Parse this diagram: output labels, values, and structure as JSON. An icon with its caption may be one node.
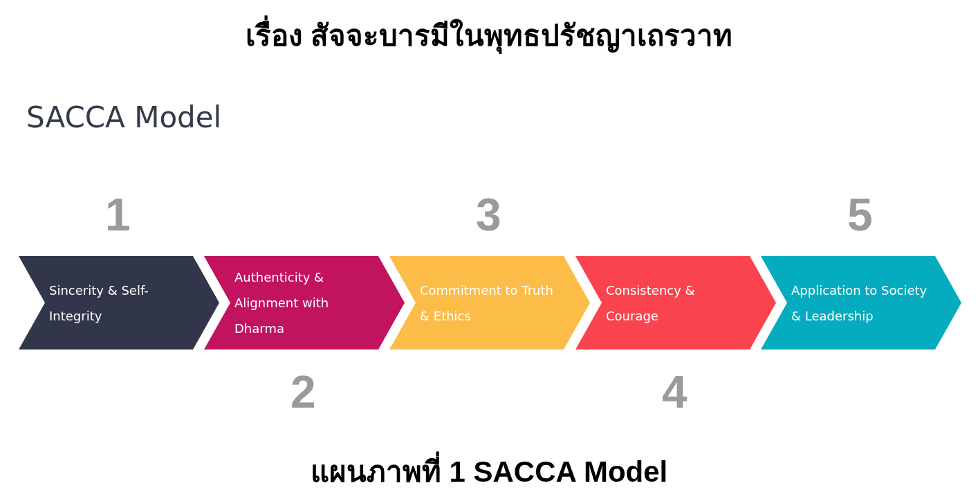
{
  "diagram": {
    "title": "เรื่อง สัจจะบารมีในพุทธปรัชญาเถรวาท",
    "caption": "แผนภาพที่ 1 SACCA Model",
    "nodes": [
      {
        "text": [
          "Sincerity & Self-Integrity"
        ],
        "beside": [
          "1"
        ]
      },
      {
        "text": [
          "Authenticity & Alignment with Dharma"
        ],
        "beside": [
          "2"
        ]
      },
      {
        "text": [
          "Commitment to Truth & Ethics"
        ],
        "beside": [
          "3"
        ]
      },
      {
        "text": [
          "Consistency & Courage"
        ],
        "beside": [
          "4"
        ]
      },
      {
        "text": [
          "Application to Society & Leadership"
        ],
        "beside": [
          "5"
        ]
      }
    ],
    "edges": [],
    "labels": [
      "SACCA Model"
    ]
  }
}
